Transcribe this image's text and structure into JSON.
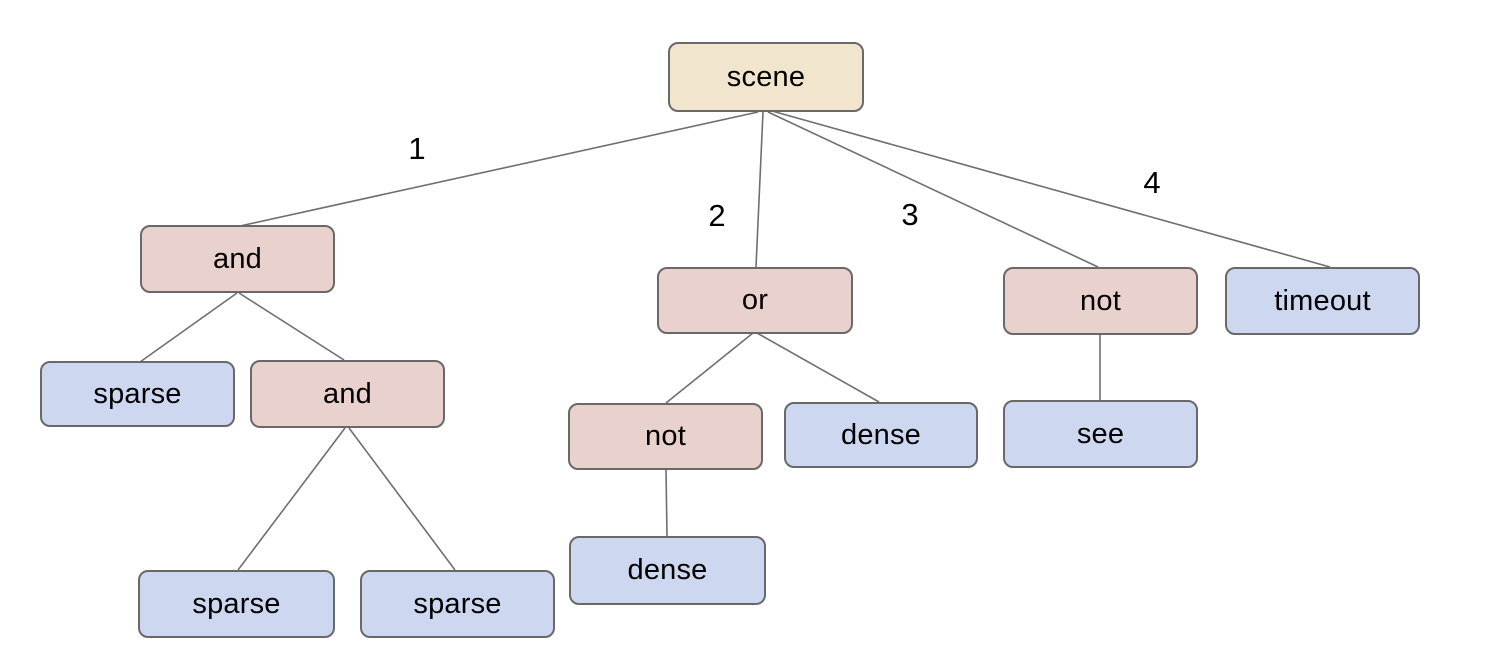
{
  "diagram": {
    "type": "tree",
    "colors": {
      "root_fill": "#f2e5cd",
      "operator_fill": "#e9d1cd",
      "leaf_fill": "#cdd7f0",
      "node_border": "#696969",
      "edge_line": "#6f6f6f",
      "text": "#000000",
      "background": "#ffffff"
    },
    "nodes": [
      {
        "id": "scene",
        "label": "scene",
        "role": "root",
        "parent": null
      },
      {
        "id": "and-1",
        "label": "and",
        "role": "operator",
        "parent": "scene"
      },
      {
        "id": "or-1",
        "label": "or",
        "role": "operator",
        "parent": "scene"
      },
      {
        "id": "not-1",
        "label": "not",
        "role": "operator",
        "parent": "scene"
      },
      {
        "id": "timeout",
        "label": "timeout",
        "role": "leaf",
        "parent": "scene"
      },
      {
        "id": "sparse-1",
        "label": "sparse",
        "role": "leaf",
        "parent": "and-1"
      },
      {
        "id": "and-2",
        "label": "and",
        "role": "operator",
        "parent": "and-1"
      },
      {
        "id": "sparse-2",
        "label": "sparse",
        "role": "leaf",
        "parent": "and-2"
      },
      {
        "id": "sparse-3",
        "label": "sparse",
        "role": "leaf",
        "parent": "and-2"
      },
      {
        "id": "not-2",
        "label": "not",
        "role": "operator",
        "parent": "or-1"
      },
      {
        "id": "dense-1",
        "label": "dense",
        "role": "leaf",
        "parent": "or-1"
      },
      {
        "id": "dense-2",
        "label": "dense",
        "role": "leaf",
        "parent": "not-2"
      },
      {
        "id": "see-1",
        "label": "see",
        "role": "leaf",
        "parent": "not-1"
      }
    ],
    "edge_labels": [
      {
        "text": "1",
        "from": "scene",
        "to": "and-1"
      },
      {
        "text": "2",
        "from": "scene",
        "to": "or-1"
      },
      {
        "text": "3",
        "from": "scene",
        "to": "not-1"
      },
      {
        "text": "4",
        "from": "scene",
        "to": "timeout"
      }
    ]
  }
}
